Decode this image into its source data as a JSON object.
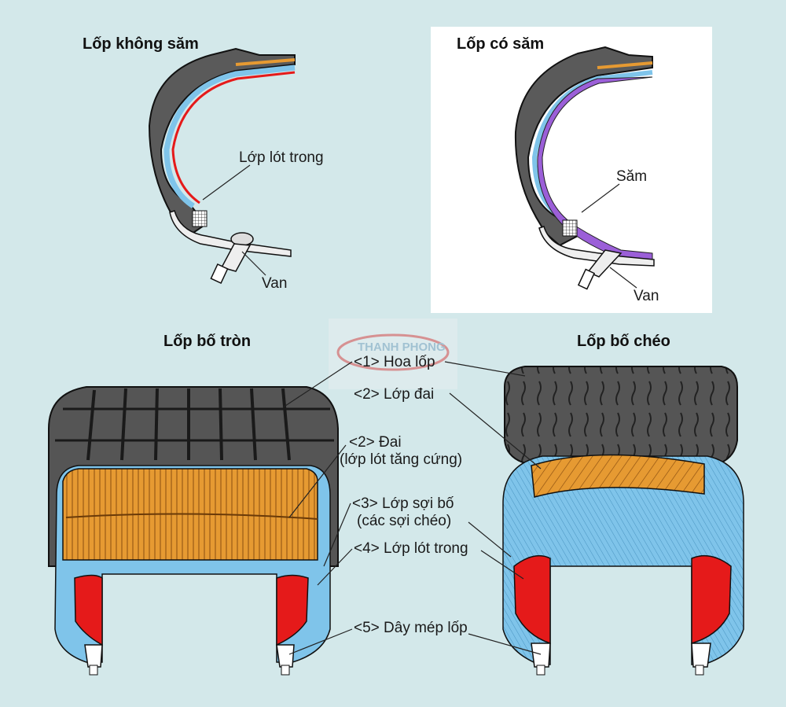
{
  "panels": {
    "tubeless_title": "Lốp không săm",
    "tube_title": "Lốp có săm",
    "radial_title": "Lốp bố tròn",
    "bias_title": "Lốp bố chéo"
  },
  "callouts": {
    "tubeless_inner_liner": "Lớp lót trong",
    "tubeless_valve": "Van",
    "tube_tube": "Săm",
    "tube_valve": "Van"
  },
  "legend": {
    "tread": "<1> Hoa lốp",
    "belt_bias": "<2> Lớp đai",
    "belt_radial_1": "<2> Đai",
    "belt_radial_2": "(lớp lót tăng cứng)",
    "ply_1": "<3> Lớp sợi bố",
    "ply_2": "(các sợi chéo)",
    "inner_liner": "<4> Lớp lót trong",
    "bead": "<5> Dây mép lốp"
  },
  "watermark": {
    "line1": "THANH PHONG"
  },
  "colors": {
    "background": "#d3e8ea",
    "tread": "#555555",
    "belt": "#e69a32",
    "ply": "#7fc4ea",
    "liner": "#e51a1a",
    "tube": "#9b5fd8",
    "white_panel": "#ffffff"
  }
}
